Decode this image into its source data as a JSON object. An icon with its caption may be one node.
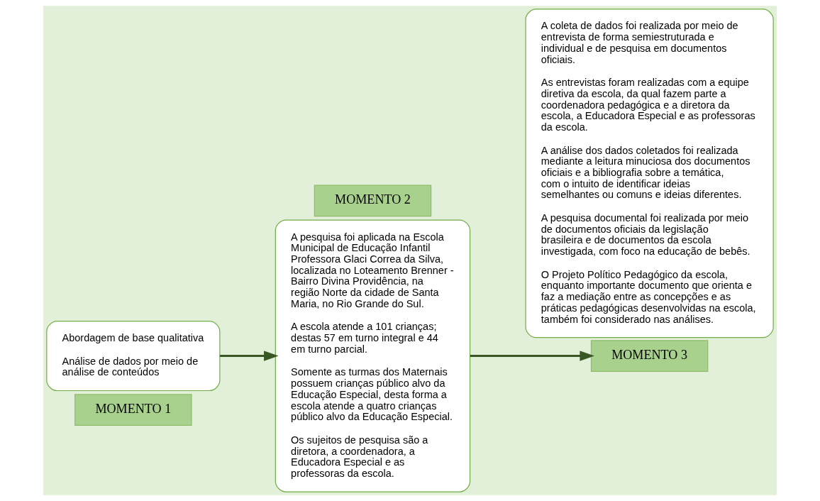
{
  "diagram": {
    "nodes": [
      {
        "text": [
          "MOMENTO 1"
        ]
      },
      {
        "text": [
          "Abordagem de base qualitativa",
          "Análise de dados por meio de análise de conteúdos"
        ]
      },
      {
        "text": [
          "MOMENTO 2"
        ]
      },
      {
        "text": [
          "A pesquisa foi aplicada na Escola Municipal de Educação Infantil Professora Glaci Correa da Silva, localizada no Loteamento Brenner - Bairro Divina Providência, na região Norte da cidade de Santa Maria, no Rio Grande do Sul.",
          "A escola atende a 101 crianças; destas 57 em turno integral e 44 em turno parcial.",
          "Somente as turmas dos Maternais possuem crianças público alvo da Educação Especial, desta forma a escola atende a quatro crianças público alvo da Educação Especial.",
          "Os sujeitos de pesquisa são a diretora, a coordenadora, a Educadora Especial e as professoras da escola."
        ]
      },
      {
        "text": [
          "MOMENTO 3"
        ]
      },
      {
        "text": [
          "A coleta de dados foi realizada por meio de entrevista de forma semiestruturada e individual e de pesquisa em documentos oficiais.",
          "As entrevistas foram realizadas com a equipe diretiva da escola, da qual fazem parte a coordenadora pedagógica e a diretora da escola, a Educadora Especial e as professoras da escola.",
          "A análise dos dados coletados foi realizada mediante a leitura minuciosa dos documentos oficiais e a bibliografia sobre a temática, com o intuito de identificar ideias semelhantes ou comuns e ideias diferentes.",
          "A pesquisa documental foi realizada por meio de documentos oficiais da legislação brasileira e de documentos da escola investigada, com foco na educação de bebês.",
          "O Projeto Político Pedagógico da escola, enquanto importante documento que orienta e faz a mediação entre as concepções e as práticas pedagógicas desenvolvidas na escola, também foi considerado nas análises."
        ]
      }
    ],
    "edges": [
      {
        "from": 1,
        "to": 3,
        "arrow": "to"
      },
      {
        "from": 3,
        "to": 4,
        "arrow": "to"
      }
    ]
  }
}
